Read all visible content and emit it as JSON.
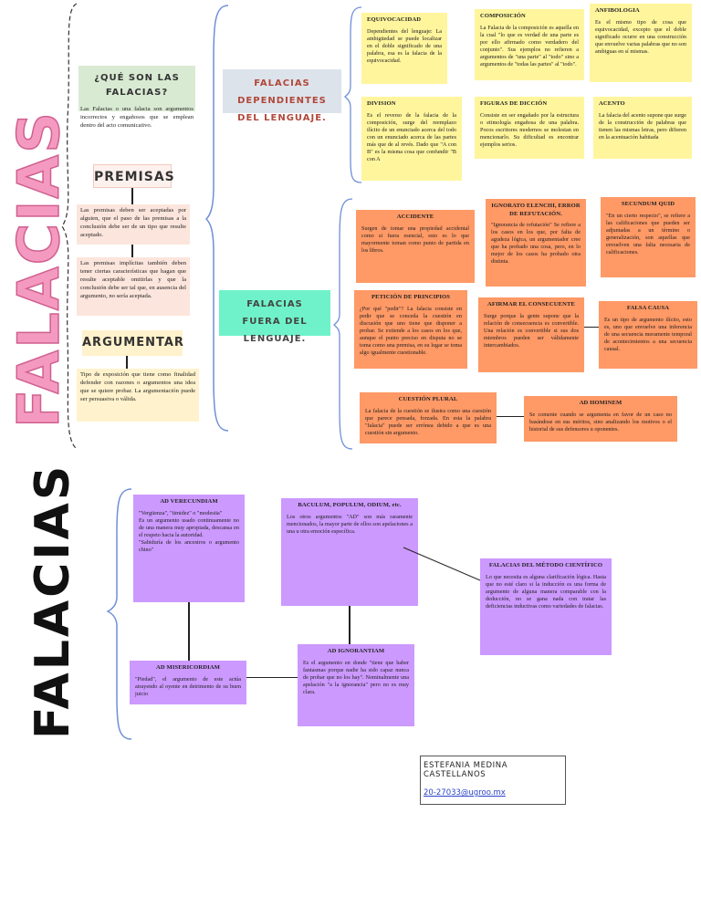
{
  "title_top": "FALACIAS",
  "title_bottom": "FALACIAS",
  "intro": {
    "heading": "¿QUÉ SON LAS FALACIAS?",
    "text": "Las Falacias o una falacia son argumentos incorrectos y engañosos que se emplean dentro del acto comunicativo."
  },
  "premisas": {
    "heading": "PREMISAS",
    "text1": "Las premisas deben ser aceptadas por alguien, que el paso de las premisas a la conclusión debe ser de un tipo que resulte aceptado.",
    "text2": "Las premisas implícitas también deben tener ciertas características que hagan que resulte aceptable omitirlas y que la conclusión debe ser tal que, en ausencia del argumento, no sería aceptada."
  },
  "argumentar": {
    "heading": "ARGUMENTAR",
    "text": "Tipo de exposición que tiene como finalidad defender con razones o argumentos una idea que se quiere probar. La argumentación puede ser persuasiva o válida."
  },
  "lenguaje": {
    "heading": "FALACIAS DEPENDIENTES DEL LENGUAJE.",
    "items": [
      {
        "title": "EQUIVOCACIDAD",
        "text": "Dependientes del lenguaje: La ambigüedad se puede localizar en el doble significado de una palabra, esa es la falacia de la equivocacidad."
      },
      {
        "title": "COMPOSICIÓN",
        "text": "La Falacia de la composición es aquella en la cual \"lo que es verdad de una parte es por ello afirmado como verdadero del conjunto\". Sus ejemplos no refieren a argumentos de \"una parte\" al \"todo\" sino a argumentos de \"todas las partes\" al \"todo\"."
      },
      {
        "title": "ANFIBOLOGIA",
        "text": "Es el mismo tipo de cosa que equivocacidad, excepto que el doble significado ocurre en una construcción que envuelve varias palabras que no son ambiguas en sí mismas."
      },
      {
        "title": "DIVISION",
        "text": "Es el reverso de la falacia de la composición, surge del reemplazo ilícito de un enunciado acerca del todo con un enunciado acerca de las partes más que de al revés. Dado que \"A con B\" es la misma cosa que confundir \"B con A"
      },
      {
        "title": "FIGURAS DE DICCIÓN",
        "text": "Consiste en ser engañado por la estructura o etimología engañosa de una palabra. Pocos escritores modernos se molestan en mencionarlo. Su dificultad es encontrar ejemplos serios."
      },
      {
        "title": "ACENTO",
        "text": "La falacia del acento supone que surge de la construcción de palabras que tienen las mismas letras, pero difieren en la acentuación habitada"
      }
    ]
  },
  "fuera": {
    "heading": "FALACIAS FUERA DEL LENGUAJE.",
    "items": [
      {
        "title": "ACCIDENTE",
        "text": "Surgen de tomar una propiedad accidental como si fuera esencial, esto es lo que mayormente toman como punto de partida en los libros."
      },
      {
        "title": "IGNORATO ELENCHI, ERROR DE REFUTACIÓN.",
        "text": "\"Ignorancia de refutación\" Se refiere a los casos en los que, por falta de agudeza lógica, un argumentador cree que ha probado una cosa, pero, en lo mejor de los casos ha probado otra distinta."
      },
      {
        "title": "SECUNDUM QUID",
        "text": "\"En un cierto respecto\", se refiere a las calificaciones que pueden ser adjuntadas a un término o generalización, son aquellas que envuelven una falta necesaria de calificaciones."
      },
      {
        "title": "PETICIÓN DE PRINCIPIOS",
        "text": "¿Por qué \"pedir\"? La falacia consiste en pedir que se conceda la cuestión en discusión que uno tiene que disponer a probar. Se extiende a los casos en los que, aunque el punto preciso en disputa no se toma como una premisa, en su lugar se toma algo igualmente cuestionable."
      },
      {
        "title": "AFIRMAR EL CONSECUENTE",
        "text": "Surge porque la gente supone que la relación de consecuencia es convertible. Una relación es convertible si sus dos miembros pueden ser válidamente intercambiados."
      },
      {
        "title": "FALSA CAUSA",
        "text": "Es un tipo de argumento ilícito, esto es, uno que envuelve una inferencia de una secuencia meramente temporal de acontecimientos a una secuencia causal."
      },
      {
        "title": "CUESTIÓN PLURAL",
        "text": "La falacia de la cuestión se ilustra como una cuestión que parece pensada, forzada. En esta la palabra \"falacia\" puede ser errónea debido a que es una cuestión sin argumento."
      },
      {
        "title": "AD HOMINEM",
        "text": "Se comente cuando se argumenta en favor de un caso no basándose en sus méritos, sino analizando los motivos o el historial de sus defensores u oponentes."
      }
    ]
  },
  "ad": {
    "items": [
      {
        "title": "AD VERECUNDIAM",
        "text": "\"Vergüenza\", \"timidez\" o \"modestia\"\nEs un argumento usado continuamente no de una manera muy apropiada, descansa en el respeto hacia la autoridad.\n\"Sabiduría de los ancestros o argumento chino\""
      },
      {
        "title": "BACULUM, POPULUM, ODIUM, etc.",
        "text": "Los otros argumentos \"AD\" son más raramente mencionados, la mayor parte de ellos son apelaciones a una u otra emoción específica."
      },
      {
        "title": "FALACIAS DEL MÉTODO CIENTÍFICO",
        "text": "Lo que necesita es alguna clarificación lógica. Hasta que no esté claro si la inducción es una forma de argumento de alguna manera comparable con la deducción, no se gana nada con tratar las deficiencias inductivas como variedades de falacias."
      },
      {
        "title": "AD MISERICORDIAM",
        "text": "\"Piedad\", el argumento de este actúa atrayendo al oyente en detrimento de su buen juicio"
      },
      {
        "title": "AD IGNORANTIAM",
        "text": "Es el argumento en donde \"tiene que haber fantasmas porque nadie ha sido capaz nunca de probar que no los hay\". Nominalmente una apelación \"a la ignorancia\" pero no es muy clara."
      }
    ]
  },
  "author": {
    "name": "ESTEFANIA MEDINA CASTELLANOS",
    "email": "20-27033@ugroo.mx"
  },
  "colors": {
    "yellow": "#fff59d",
    "orange": "#ff9966",
    "purple": "#cc99ff",
    "pink_title": "#f49ac1",
    "green": "#d9ead3"
  }
}
